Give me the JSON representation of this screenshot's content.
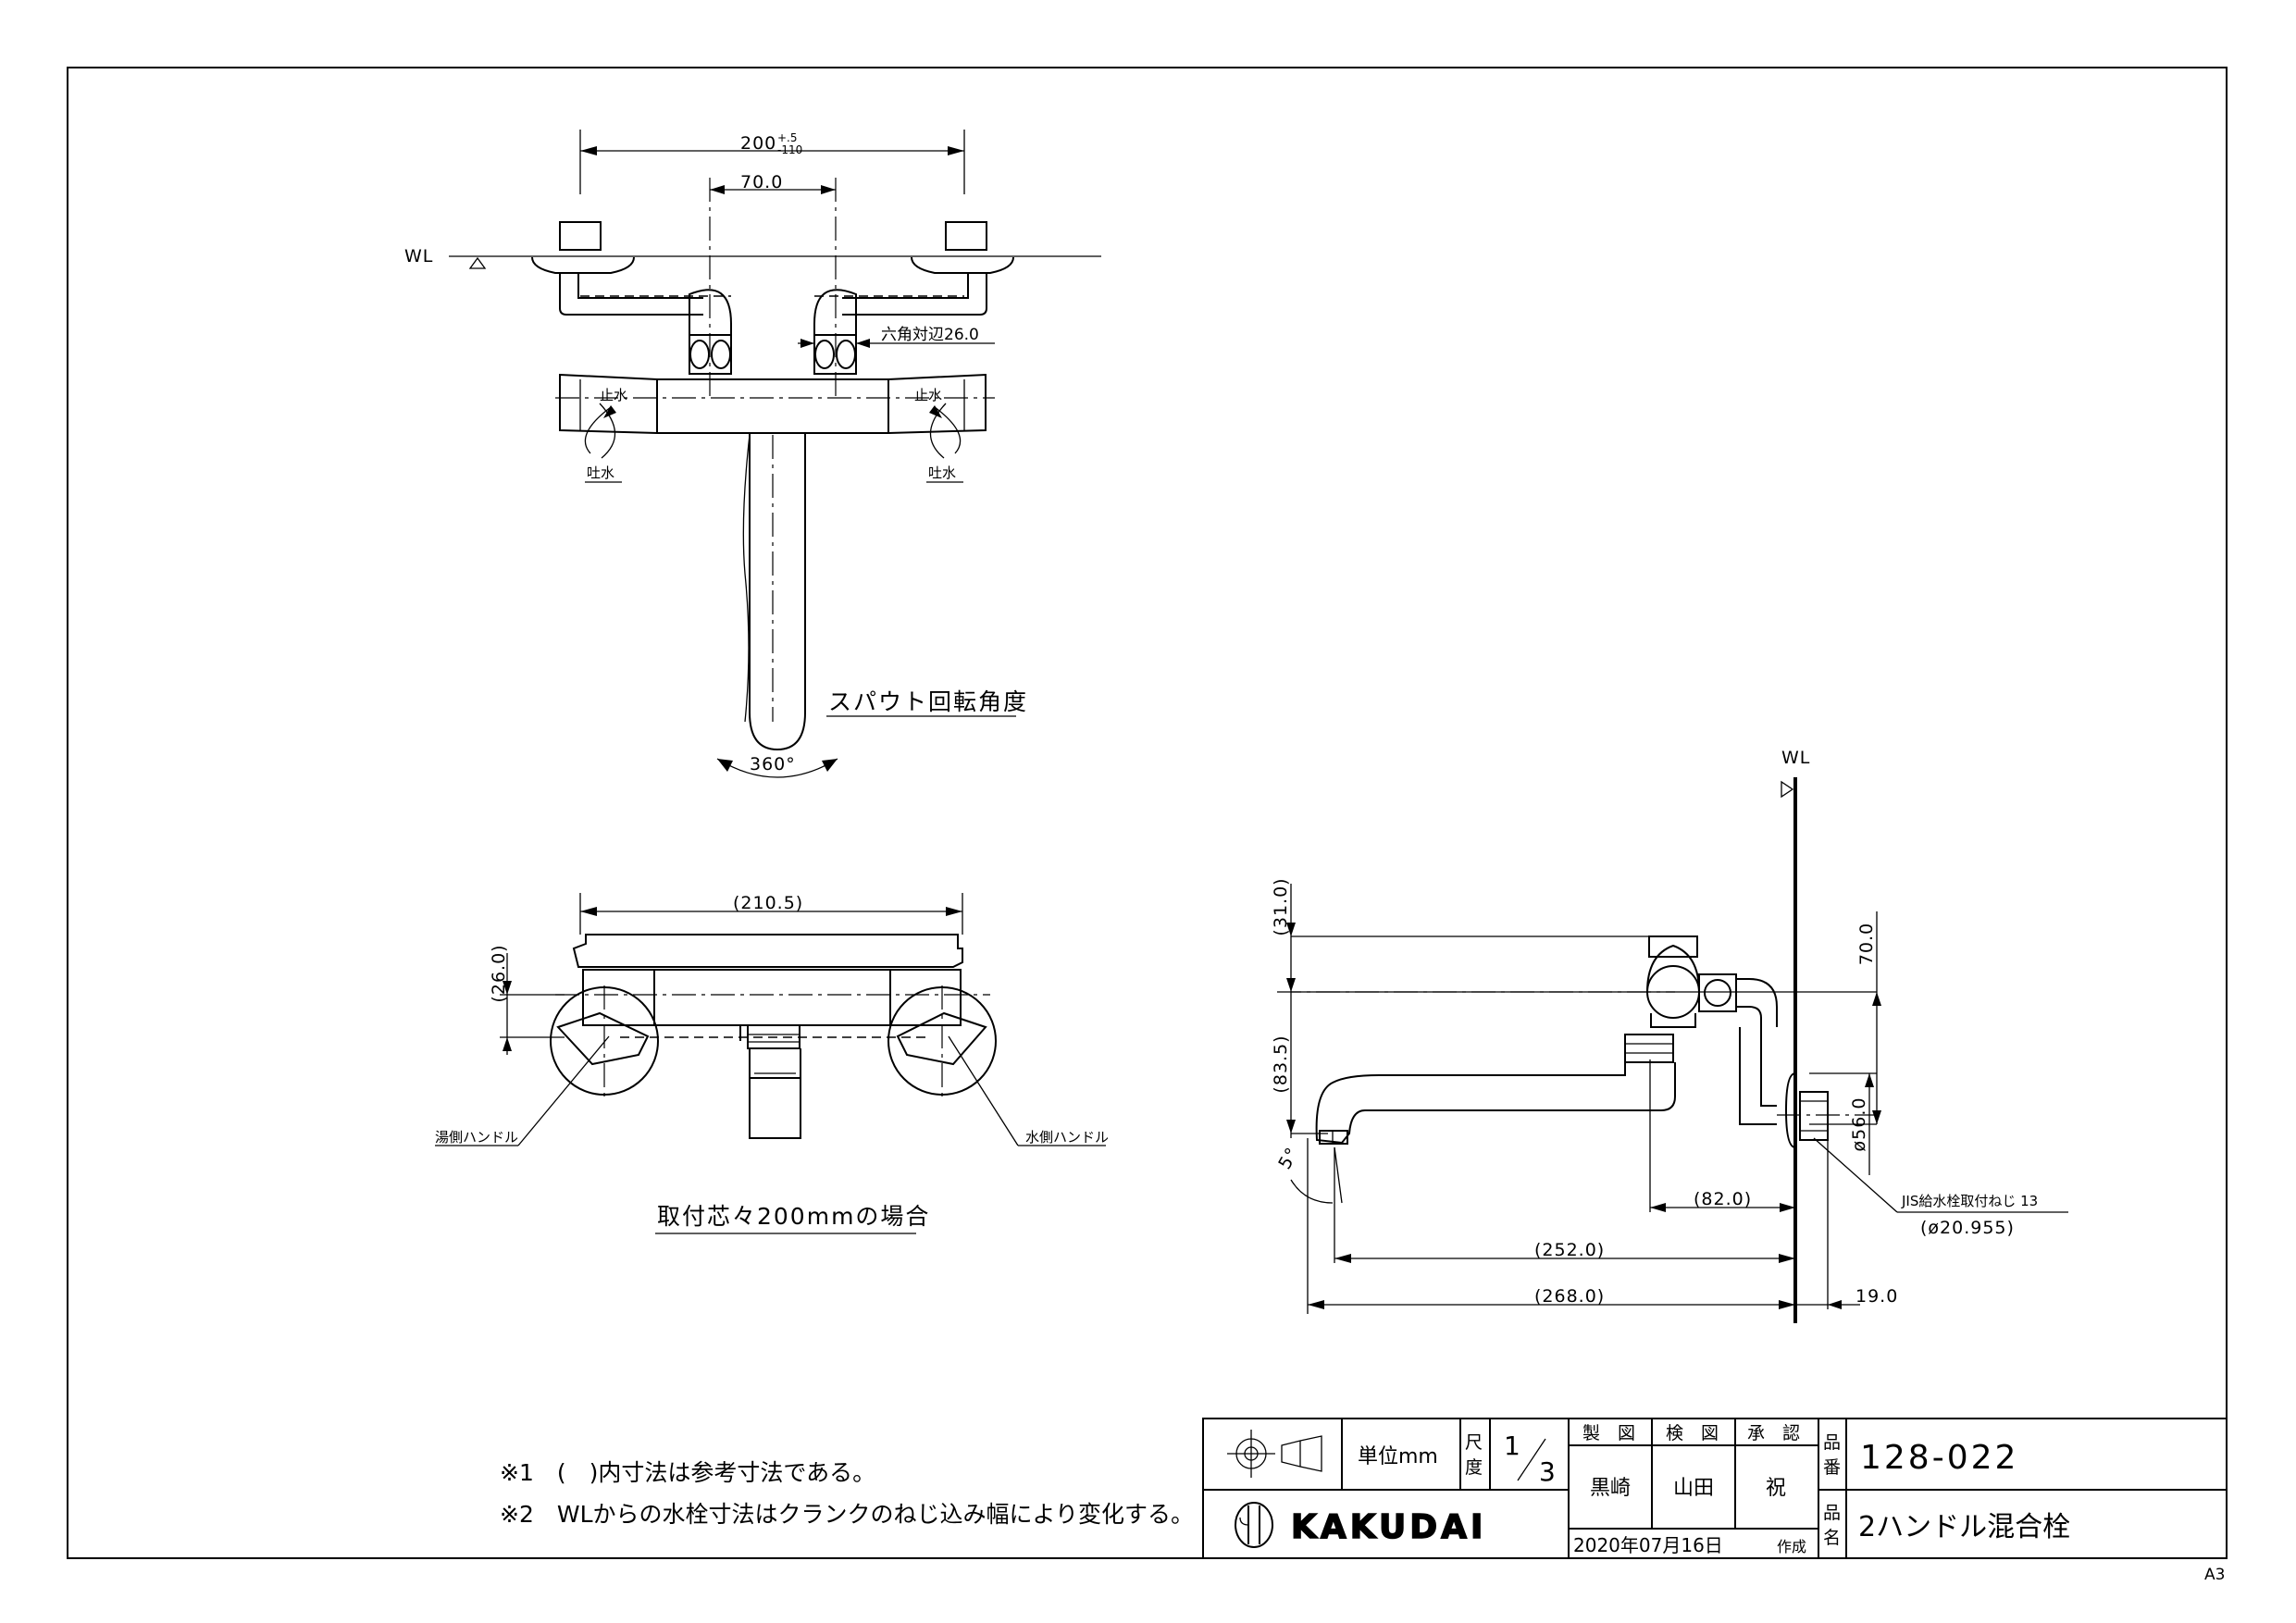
{
  "drawing": {
    "top_view": {
      "dim_overall": "200",
      "dim_overall_tol_plus": "+.5",
      "dim_overall_tol_minus": "-110",
      "dim_inner": "70.0",
      "wl": "WL",
      "hex_size": "六角対辺26.0",
      "stop_left": "止水",
      "stop_right": "止水",
      "spout_left": "吐水",
      "spout_right": "吐水",
      "rotation_title": "スパウト回転角度",
      "rotation_angle": "360°"
    },
    "front_view": {
      "dim_width": "(210.5)",
      "dim_height": "(26.0)",
      "hot_handle": "湯側ハンドル",
      "cold_handle": "水側ハンドル",
      "caption": "取付芯々200mmの場合"
    },
    "side_view": {
      "wl": "WL",
      "dim_31": "(31.0)",
      "dim_83": "(83.5)",
      "dim_70": "70.0",
      "dim_56": "ø56.0",
      "dim_82": "(82.0)",
      "dim_252": "(252.0)",
      "dim_268": "(268.0)",
      "dim_19": "19.0",
      "angle": "5°",
      "thread_label": "JIS給水栓取付ねじ 13",
      "thread_size": "(ø20.955)"
    },
    "notes": [
      "※1　(　)内寸法は参考寸法である。",
      "※2　WLからの水栓寸法はクランクのねじ込み幅により変化する。"
    ]
  },
  "title_block": {
    "unit_label": "単位mm",
    "scale_label_1": "尺",
    "scale_label_2": "度",
    "scale_num": "1",
    "scale_den": "3",
    "drawn_label": "製　図",
    "checked_label": "検　図",
    "approved_label": "承　認",
    "drawn_by": "黒崎",
    "checked_by": "山田",
    "approved_by": "祝",
    "product_no_label_1": "品",
    "product_no_label_2": "番",
    "product_no": "128-022",
    "product_name_label_1": "品",
    "product_name_label_2": "名",
    "product_name": "2ハンドル混合栓",
    "brand": "KAKUDAI",
    "date": "2020年07月16日",
    "date_suffix": "作成"
  },
  "paper_size": "A3"
}
